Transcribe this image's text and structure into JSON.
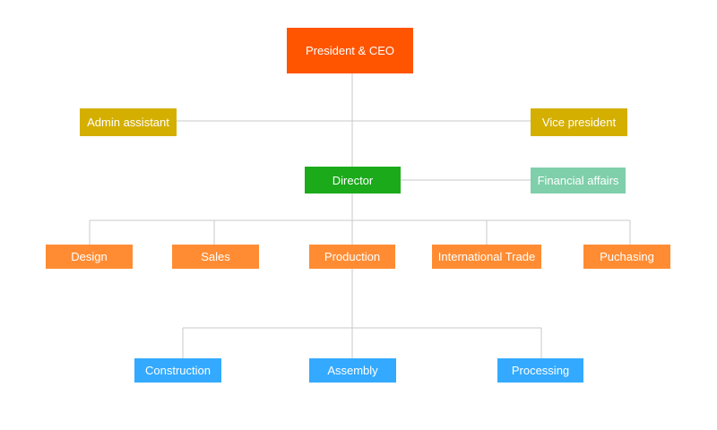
{
  "colors": {
    "ceo": "#FF5500",
    "advisor": "#D4AF00",
    "director": "#1AAA1A",
    "finance": "#7FCFAA",
    "department": "#FF8C33",
    "unit": "#33AAFF",
    "line": "#C8C8C8"
  },
  "nodes": {
    "ceo": "President & CEO",
    "admin_assistant": "Admin assistant",
    "vice_president": "Vice president",
    "director": "Director",
    "financial_affairs": "Financial affairs",
    "design": "Design",
    "sales": "Sales",
    "production": "Production",
    "international_trade": "International Trade",
    "purchasing": "Puchasing",
    "construction": "Construction",
    "assembly": "Assembly",
    "processing": "Processing"
  }
}
